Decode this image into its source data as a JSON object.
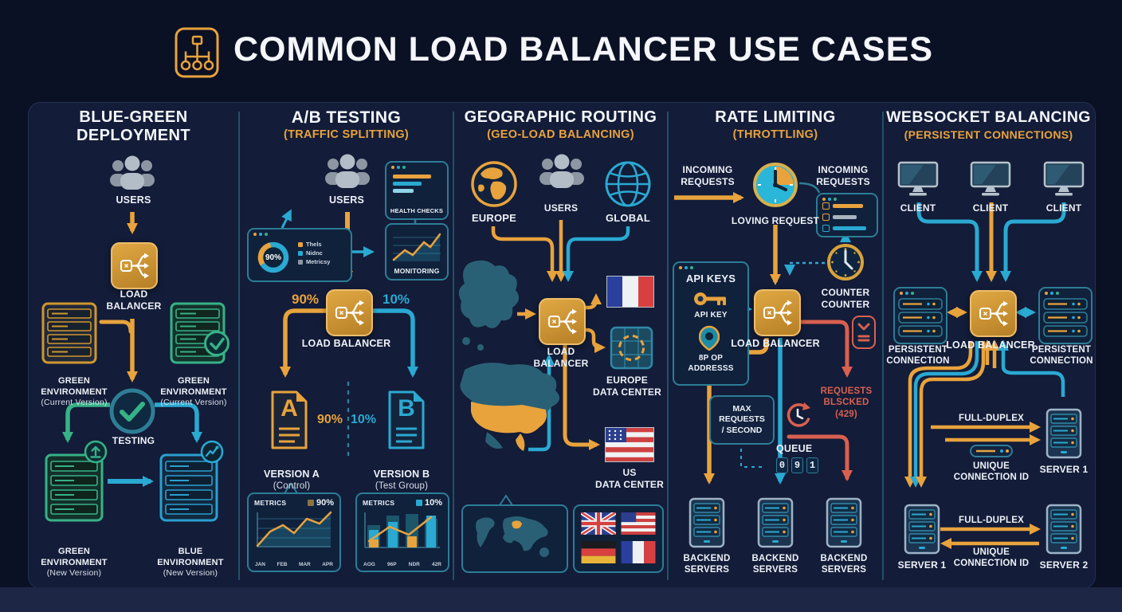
{
  "header": {
    "title": "COMMON LOAD BALANCER USE CASES"
  },
  "colors": {
    "background": "#0b1124",
    "panel": "#131c38",
    "orange": "#e8a33d",
    "teal": "#2aa9d2",
    "green": "#36b287",
    "red": "#d9604f",
    "gray": "#9aa5b1"
  },
  "columns": [
    {
      "title": "BLUE-GREEN\nDEPLOYMENT",
      "users_label": "USERS",
      "lb_label": "LOAD\nBALANCER",
      "env_current_left_name": "GREEN\nENVIRONMENT",
      "env_current_left_version": "(Current Version)",
      "env_current_right_name": "GREEN\nENVIRONMENT",
      "env_current_right_version": "(Current Version)",
      "testing_label": "TESTING",
      "env_new_left_name": "GREEN\nENVIRONMENT",
      "env_new_left_version": "(New Version)",
      "env_new_right_name": "BLUE\nENVIRONMENT",
      "env_new_right_version": "(New Version)"
    },
    {
      "title": "A/B TESTING",
      "subtitle": "(TRAFFIC SPLITTING)",
      "users_label": "USERS",
      "health_checks_label": "HEALTH CHECKS",
      "monitoring_label": "MONITORING",
      "donut_value": "90%",
      "donut_legend": [
        "Thels",
        "Nidnc",
        "Metricsy"
      ],
      "split_a_pct": "90%",
      "split_b_pct": "10%",
      "lb_label": "LOAD BALANCER",
      "doc_a_letter": "A",
      "doc_a_pct": "90%",
      "doc_b_letter": "B",
      "doc_b_pct": "10%",
      "version_a_name": "VERSION A",
      "version_a_group": "(Control)",
      "version_b_name": "VERSION B",
      "version_b_group": "(Test Group)",
      "metrics_a": {
        "title": "METRICS",
        "legend": "90%",
        "x_labels": [
          "JAN",
          "FEB",
          "MAR",
          "APR"
        ]
      },
      "metrics_b": {
        "title": "METRICS",
        "legend": "10%",
        "x_labels": [
          "AOG",
          "96P",
          "NDR",
          "42R"
        ]
      }
    },
    {
      "title": "GEOGRAPHIC ROUTING",
      "subtitle": "(GEO-LOAD BALANCING)",
      "europe_label": "EUROPE",
      "users_label": "USERS",
      "global_label": "GLOBAL",
      "lb_label": "LOAD\nBALANCER",
      "europe_dc_label": "EUROPE\nDATA CENTER",
      "us_dc_label": "US\nDATA CENTER"
    },
    {
      "title": "RATE LIMITING",
      "subtitle": "(THROTTLING)",
      "incoming_left_label": "INCOMING\nREQUESTS",
      "incoming_right_label": "INCOMING\nREQUESTS",
      "clock_label": "LOVING REQUEST",
      "counter_label": "COUNTER\nCOUNTER",
      "api_keys_title": "API KEYS",
      "api_key_label": "API KEY",
      "ip_label": "8P OP\nADDRESSS",
      "lb_label": "LOAD BALANCER",
      "max_requests_label": "MAX\nREQUESTS\n/ SECOND",
      "blocked_label": "REQUESTS\nBLSCKED\n(429)",
      "queue_label": "QUEUE",
      "queue_digits": [
        "0",
        "9",
        "1"
      ],
      "backend_labels": [
        "BACKEND\nSERVERS",
        "BACKEND\nSERVERS",
        "BACKEND\nSERVERS"
      ]
    },
    {
      "title": "WEBSOCKET BALANCING",
      "subtitle": "(PERSISTENT CONNECTIONS)",
      "client_labels": [
        "CLIENT",
        "CLIENT",
        "CLIENT"
      ],
      "lb_label": "LOAD BALANCER",
      "persistent_left_label": "PERSISTENT\nCONNECTION",
      "persistent_right_label": "PERSISTENT\nCONNECTION",
      "full_duplex_top_label": "FULL-DUPLEX",
      "unique_id_top_label": "UNIQUE\nCONNECTION ID",
      "server1_right_label": "SERVER 1",
      "full_duplex_bottom_label": "FULL-DUPLEX",
      "unique_id_bottom_label": "UNIQUE\nCONNECTION ID",
      "server1_left_label": "SERVER 1",
      "server2_label": "SERVER 2"
    }
  ]
}
